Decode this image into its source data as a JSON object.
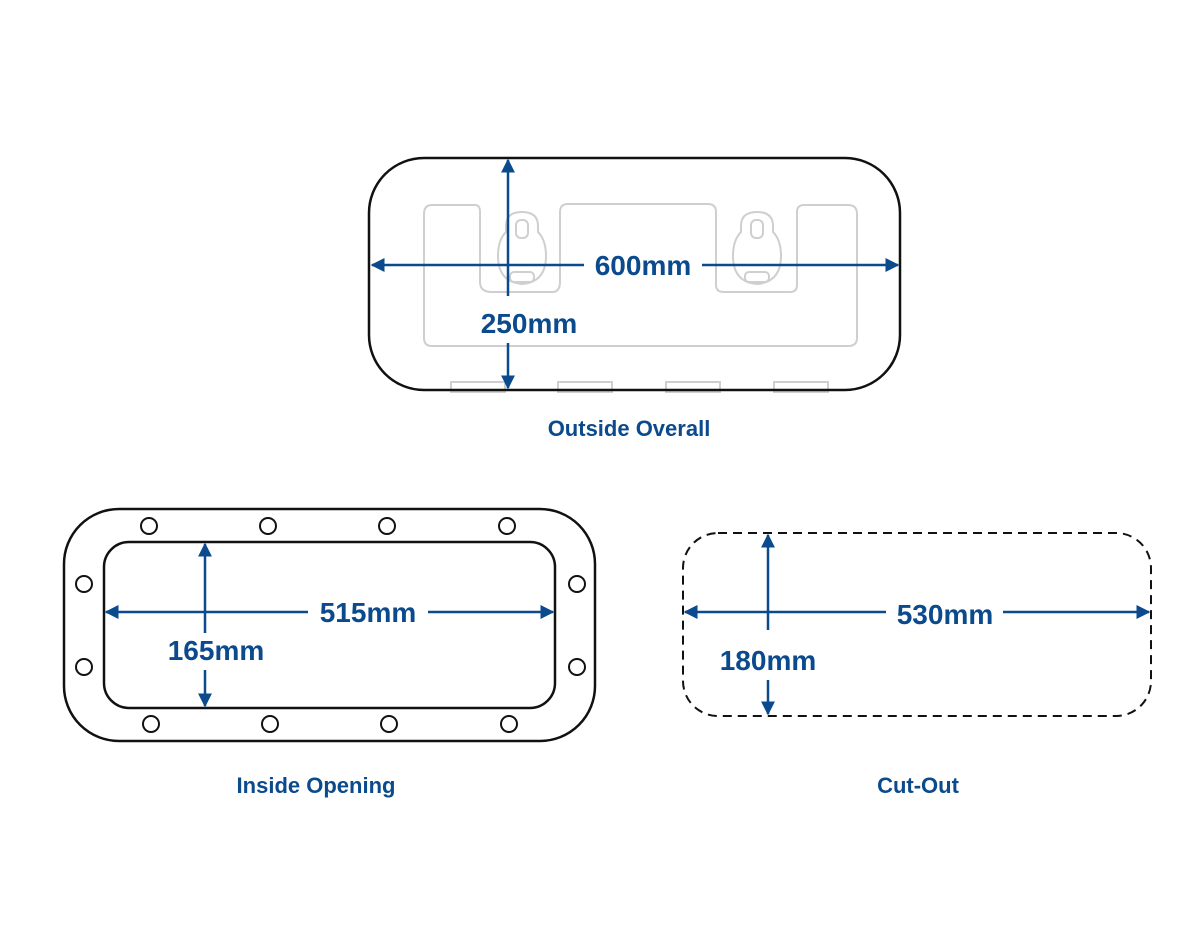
{
  "colors": {
    "accent": "#0b4a8c",
    "outline": "#111111",
    "ghost": "#cfcfcf"
  },
  "panels": {
    "outside_overall": {
      "caption": "Outside Overall",
      "width_label": "600mm",
      "height_label": "250mm"
    },
    "inside_opening": {
      "caption": "Inside Opening",
      "width_label": "515mm",
      "height_label": "165mm"
    },
    "cut_out": {
      "caption": "Cut-Out",
      "width_label": "530mm",
      "height_label": "180mm"
    }
  },
  "icons": {
    "arrow": "arrow-icon",
    "bolt_hole": "bolt-hole-icon",
    "latch": "latch-icon"
  }
}
